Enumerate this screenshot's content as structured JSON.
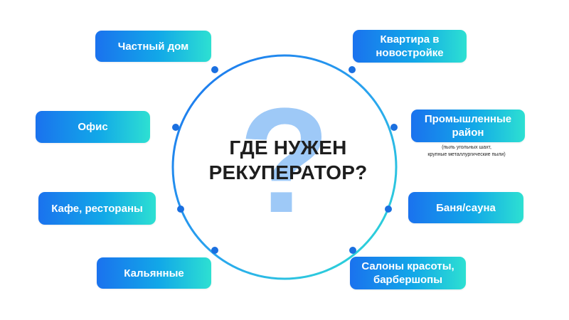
{
  "center": {
    "title_line1": "ГДЕ НУЖЕН",
    "title_line2": "РЕКУПЕРАТОР?",
    "symbol": "?"
  },
  "left": [
    {
      "lines": [
        "Частный дом"
      ]
    },
    {
      "lines": [
        "Офис"
      ]
    },
    {
      "lines": [
        "Кафе, рестораны"
      ]
    },
    {
      "lines": [
        "Кальянные"
      ]
    }
  ],
  "right": [
    {
      "lines": [
        "Квартира в",
        "новостройке"
      ]
    },
    {
      "lines": [
        "Промышленные",
        "район"
      ],
      "note": [
        "(пыль угольных шахт,",
        "крупные металлургические пыли)"
      ]
    },
    {
      "lines": [
        "Баня/сауна"
      ]
    },
    {
      "lines": [
        "Салоны красоты,",
        "барбершопы"
      ]
    }
  ],
  "colors": {
    "gradient_start": "#1a72ee",
    "gradient_end": "#2de0d2",
    "dot": "#1a6fe0",
    "question_mark": "#9ec9f7",
    "title_text": "#1e1e1e"
  }
}
